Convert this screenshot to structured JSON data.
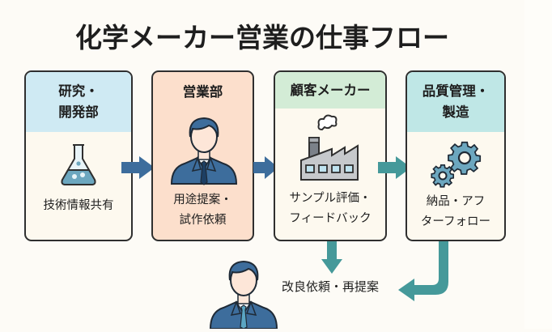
{
  "title": "化学メーカー営業の仕事フロー",
  "colors": {
    "blue_arrow": "#3d6d9c",
    "teal_arrow": "#45999a",
    "rd_header": "#cfeaf3",
    "sales_bg": "#fcdfcc",
    "customer_header": "#d3ecd6",
    "qc_header": "#bfe7e6",
    "box_bg": "#fdf9ef"
  },
  "steps": [
    {
      "header_line1": "研究・",
      "header_line2": "開発部",
      "icon": "flask-icon",
      "desc_line1": "技術情報共有",
      "desc_line2": ""
    },
    {
      "header_line1": "営業部",
      "header_line2": "",
      "icon": "salesperson-icon",
      "desc_line1": "用途提案・",
      "desc_line2": "試作依頼"
    },
    {
      "header_line1": "顧客メーカー",
      "header_line2": "",
      "icon": "factory-icon",
      "desc_line1": "サンプル評価・",
      "desc_line2": "フィードバック"
    },
    {
      "header_line1": "品質管理・",
      "header_line2": "製造",
      "icon": "gears-icon",
      "desc_line1": "納品・アフ",
      "desc_line2": "ターフォロー"
    }
  ],
  "feedback": {
    "label": "改良依頼・再提案",
    "icon": "salesperson-icon"
  }
}
